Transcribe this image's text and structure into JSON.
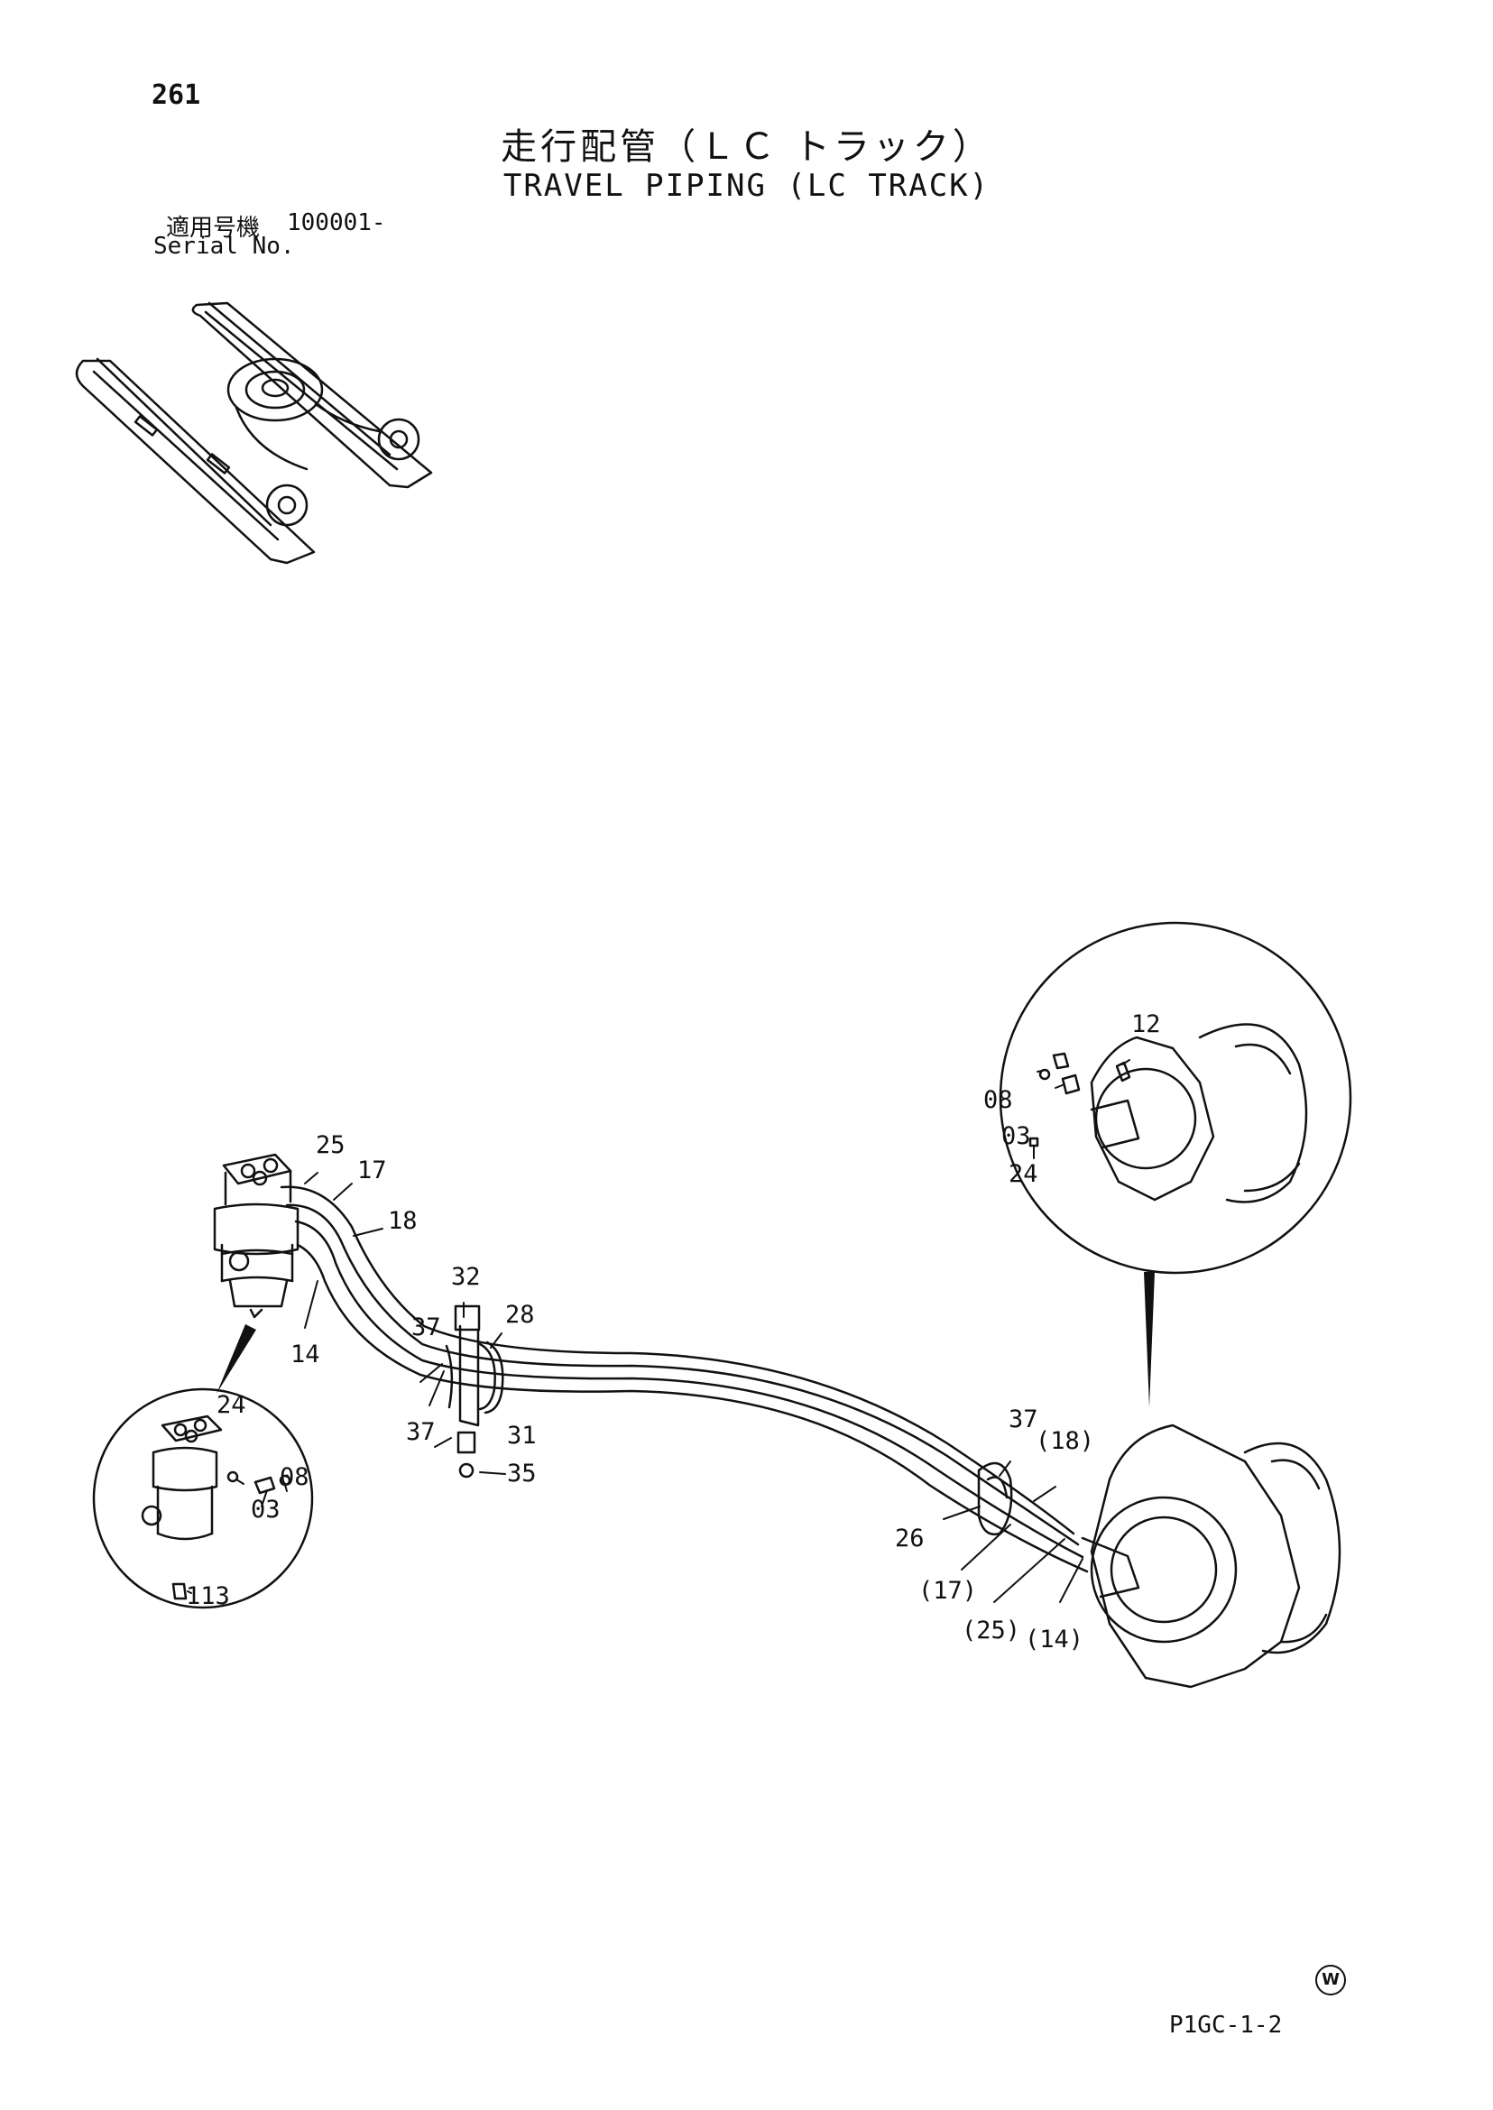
{
  "header": {
    "page_number": "261",
    "title_jp": "走行配管（ＬＣ トラック）",
    "title_en": "TRAVEL PIPING (LC TRACK)",
    "serial_label_jp": "適用号機",
    "serial_value": "100001-",
    "serial_label_en": "Serial No."
  },
  "callouts": {
    "c25": "25",
    "c17": "17",
    "c18": "18",
    "c14": "14",
    "c32": "32",
    "c28": "28",
    "c37a": "37",
    "c37b": "37",
    "c31": "31",
    "c35": "35",
    "c24a": "24",
    "c08a": "08",
    "c03a": "03",
    "c113": "113",
    "c12": "12",
    "c08b": "08",
    "c03b": "03",
    "c24b": "24",
    "c37c": "37",
    "c18p": "(18)",
    "c26": "26",
    "c17p": "(17)",
    "c25p": "(25)",
    "c14p": "(14)"
  },
  "footer": {
    "mark": "W",
    "doc_code": "P1GC-1-2"
  }
}
